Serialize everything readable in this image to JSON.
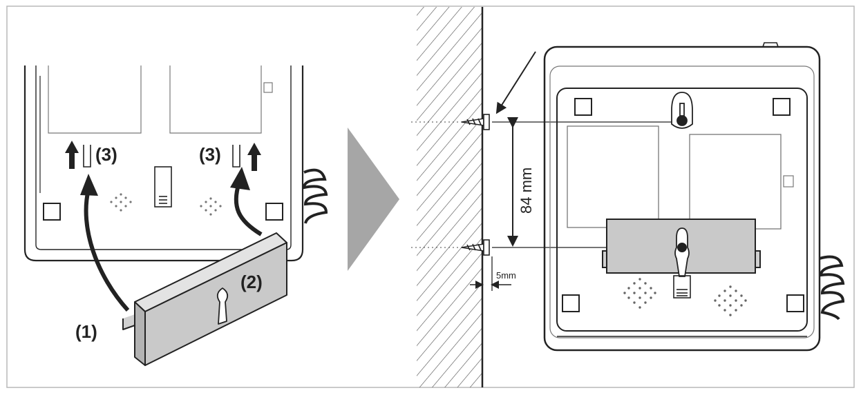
{
  "left_panel": {
    "step1_label": "(1)",
    "step2_label": "(2)",
    "step3_left_label": "(3)",
    "step3_right_label": "(3)"
  },
  "right_panel": {
    "screw_spacing_label": "84 mm",
    "wall_offset_label": "5mm"
  },
  "colors": {
    "line": "#222222",
    "panel_border": "#b8b8b8",
    "bracket_fill": "#c9c9c9",
    "arrow_fill": "#a6a6a6"
  }
}
